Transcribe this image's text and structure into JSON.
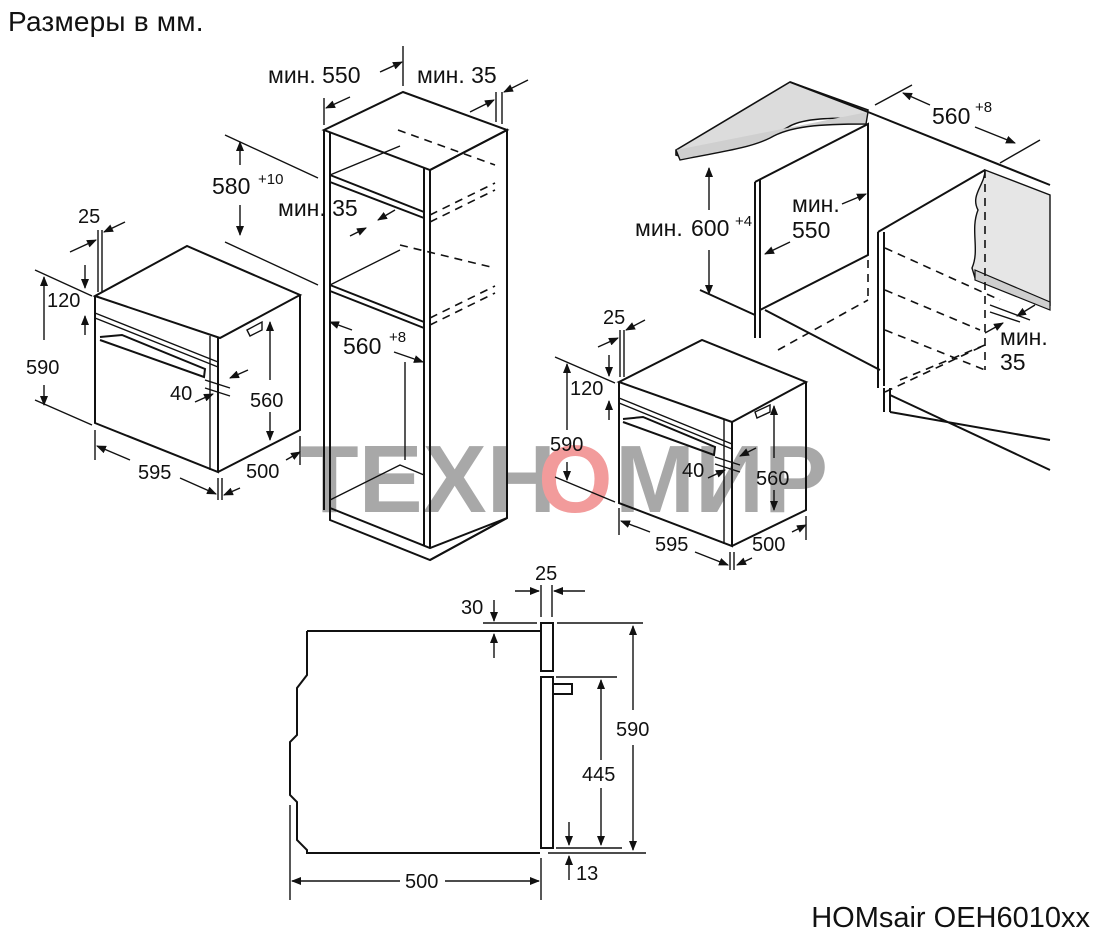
{
  "header": {
    "title": "Размеры в мм."
  },
  "footer": {
    "model": "HOMsair OEH6010xx"
  },
  "watermark": {
    "text_left": "ТЕХН",
    "text_o": "О",
    "text_right": "МИР",
    "color_gray": "#9a9a9a",
    "color_accent": "#f08a8a"
  },
  "units": "mm",
  "tall_cabinet": {
    "depth_label": "мин. 550",
    "side_gap_label": "мин. 35",
    "niche_height": "580",
    "niche_height_tol": "+10",
    "shelf_gap_label": "мин. 35",
    "niche_width": "560",
    "niche_width_tol": "+8"
  },
  "oven_left": {
    "panel_depth": "25",
    "panel_height": "120",
    "total_height": "590",
    "handle_depth": "40",
    "body_height": "560",
    "width": "595",
    "depth": "500"
  },
  "under_counter": {
    "niche_width": "560",
    "niche_width_tol": "+8",
    "min_height_prefix": "мин.",
    "niche_height": "600",
    "niche_height_tol": "+4",
    "depth_label_1": "мин.",
    "depth_label_2": "550",
    "rear_gap_label_1": "мин.",
    "rear_gap_label_2": "35"
  },
  "oven_right": {
    "panel_depth": "25",
    "panel_height": "120",
    "total_height": "590",
    "handle_depth": "40",
    "body_height": "560",
    "width": "595",
    "depth": "500"
  },
  "side_view": {
    "door_thickness": "25",
    "top_offset": "30",
    "total_height": "590",
    "door_height": "445",
    "bottom_offset": "13",
    "depth": "500"
  }
}
